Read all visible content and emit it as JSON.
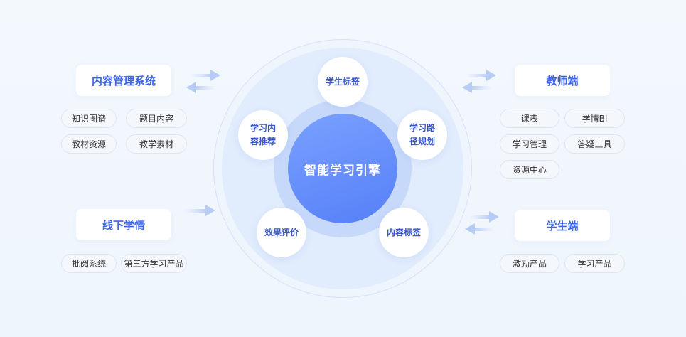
{
  "center": {
    "title": "智能学习引擎",
    "nodes": [
      "学生标签",
      "学习路径规划",
      "内容标签",
      "效果评价",
      "学习内容推荐"
    ],
    "node_lines": [
      [
        "学生标签"
      ],
      [
        "学习路",
        "径规划"
      ],
      [
        "内容标签"
      ],
      [
        "效果评价"
      ],
      [
        "学习内",
        "容推荐"
      ]
    ]
  },
  "left_top": {
    "title": "内容管理系统",
    "items": [
      "知识图谱",
      "题目内容",
      "教材资源",
      "教学素材"
    ]
  },
  "left_bottom": {
    "title": "线下学情",
    "items": [
      "批阅系统",
      "第三方学习产品"
    ]
  },
  "right_top": {
    "title": "教师端",
    "items": [
      "课表",
      "学情BI",
      "学习管理",
      "答疑工具",
      "资源中心"
    ]
  },
  "right_bottom": {
    "title": "学生端",
    "items": [
      "激励产品",
      "学习产品"
    ]
  },
  "colors": {
    "accent": "#3d63e6",
    "core_start": "#7aa0ff",
    "core_end": "#5580f7"
  }
}
